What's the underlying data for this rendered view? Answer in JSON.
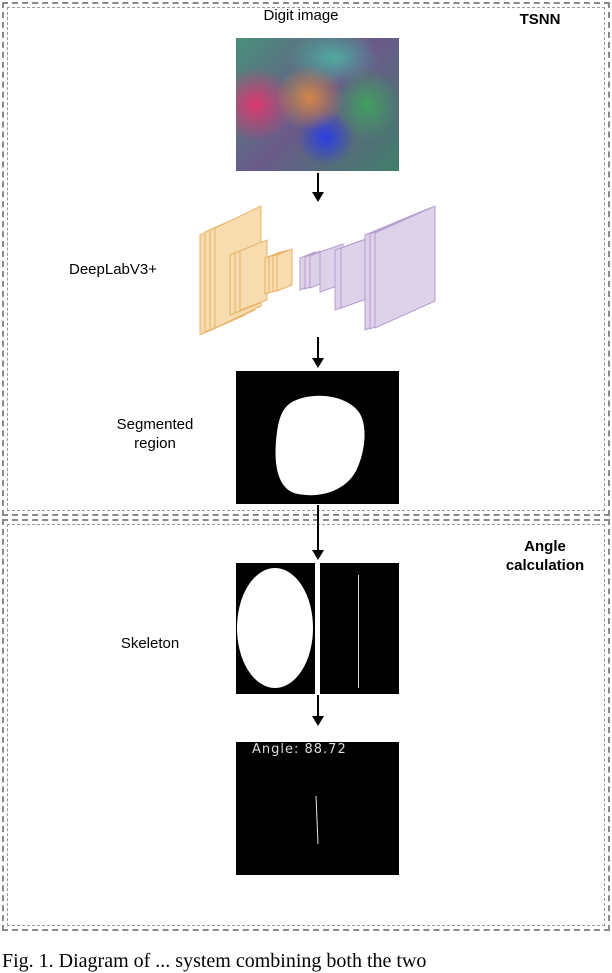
{
  "panels": {
    "top_title": "TSNN",
    "bottom_title_line1": "Angle",
    "bottom_title_line2": "calculation"
  },
  "steps": {
    "input_label": "Digit image",
    "model_label": "DeepLabV3+",
    "segment_line1": "Segmented",
    "segment_line2": "region",
    "skeleton_label": "Skeleton",
    "angle_readout": "Angle: 88.72"
  },
  "caption": "Fig. 1. Diagram of ... system combining both the two"
}
